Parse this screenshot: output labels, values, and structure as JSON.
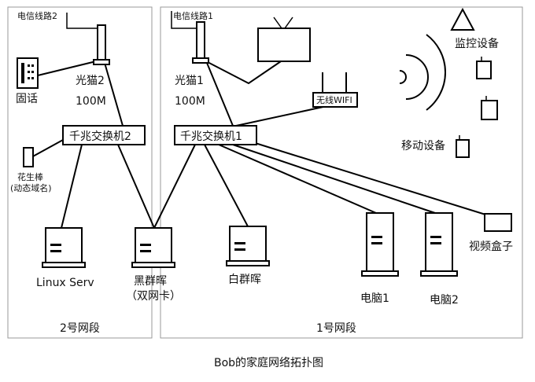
{
  "diagram": {
    "caption": "Bob的家庭网络拓扑图",
    "zones": {
      "zone2": {
        "title": "2号网段",
        "line_label": "电信线路2"
      },
      "zone1": {
        "title": "1号网段",
        "line_label": "电信线路1"
      }
    },
    "modem2": {
      "name": "光猫2",
      "speed": "100M"
    },
    "modem1": {
      "name": "光猫1",
      "speed": "100M"
    },
    "phone": "固话",
    "peanut": {
      "name": "花生棒",
      "note": "(动态域名)"
    },
    "switch2": "千兆交换机2",
    "switch1": "千兆交换机1",
    "wifi": "无线WIFI",
    "monitor": "监控设备",
    "mobile": "移动设备",
    "servers": {
      "linux": "Linux Serv",
      "black": "黑群晖",
      "black_note": "（双网卡）",
      "white": "白群晖",
      "pc1": "电脑1",
      "pc2": "电脑2",
      "tvbox": "视频盒子"
    }
  }
}
